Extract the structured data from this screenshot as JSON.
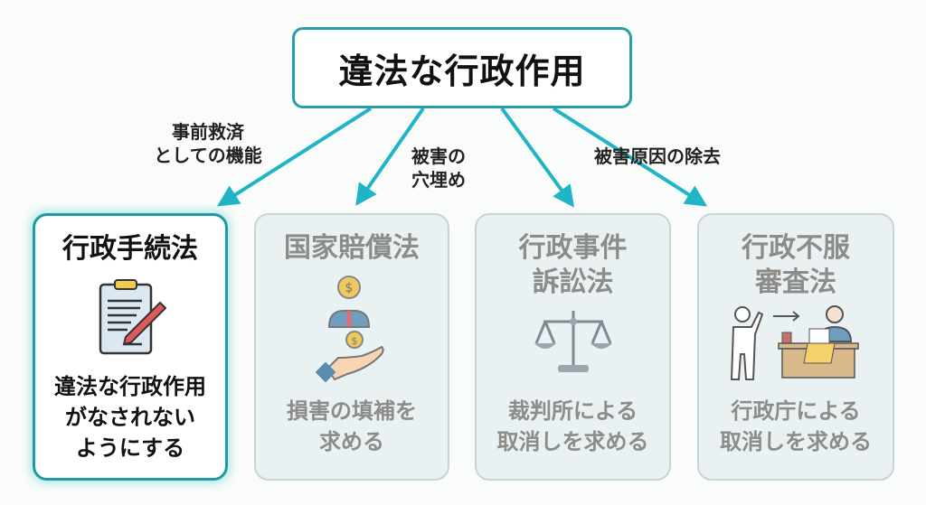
{
  "root": {
    "title": "違法な行政作用"
  },
  "edge_labels": [
    {
      "lines": [
        "事前救済",
        "としての機能"
      ]
    },
    {
      "lines": [
        "被害の",
        "穴埋め"
      ]
    },
    {
      "lines": [
        "被害原因の除去"
      ]
    }
  ],
  "cards": [
    {
      "title": [
        "行政手続法"
      ],
      "icon": "clipboard-pencil-icon",
      "desc": [
        "違法な行政作用",
        "がなされない",
        "ようにする"
      ],
      "state": "highlighted"
    },
    {
      "title": [
        "国家賠償法"
      ],
      "icon": "compensation-hand-coins-icon",
      "desc": [
        "損害の填補を",
        "求める"
      ],
      "state": "dimmed"
    },
    {
      "title": [
        "行政事件",
        "訴訟法"
      ],
      "icon": "scales-of-justice-icon",
      "desc": [
        "裁判所による",
        "取消しを求める"
      ],
      "state": "dimmed"
    },
    {
      "title": [
        "行政不服",
        "審査法"
      ],
      "icon": "appeal-to-official-icon",
      "desc": [
        "行政庁による",
        "取消しを求める"
      ],
      "state": "dimmed"
    }
  ],
  "colors": {
    "accent": "#1fb5c6",
    "border": "#2a9ea6",
    "dim_bg": "#e9f1f2",
    "dim_text": "#8c8c88"
  }
}
